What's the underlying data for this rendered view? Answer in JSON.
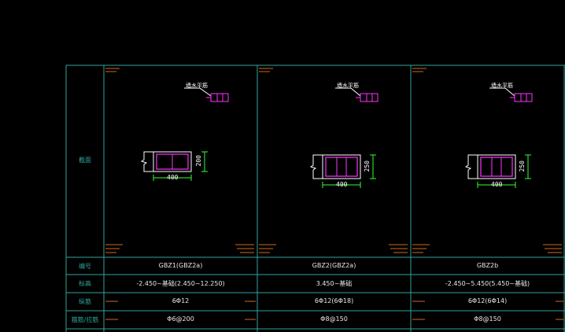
{
  "colors": {
    "background": "#000000",
    "grid_line": "#2fa59a",
    "rebar": "#ff33ff",
    "dimension": "#33ff33",
    "outline": "#ffffff",
    "label": "#2fa59a",
    "note": "#d2691e"
  },
  "table": {
    "header_label": "截面",
    "row_labels": [
      "编号",
      "标高",
      "纵筋",
      "箍筋/拉筋"
    ],
    "columns": [
      {
        "mark": "墙水平筋",
        "width_dim": "400",
        "height_dim": "200",
        "id": "GBZ1(GBZ2a)",
        "elevation": "-2.450~基础(2.450~12.250)",
        "long_bars": "6Φ12",
        "stirrups": "Φ6@200"
      },
      {
        "mark": "墙水平筋",
        "width_dim": "400",
        "height_dim": "250",
        "id": "GBZ2(GBZ2a)",
        "elevation": "3.450~基础",
        "long_bars": "6Φ12(6Φ18)",
        "stirrups": "Φ8@150"
      },
      {
        "mark": "墙水平筋",
        "width_dim": "400",
        "height_dim": "250",
        "id": "GBZ2b",
        "elevation": "-2.450~5.450(5.450~基础)",
        "long_bars": "6Φ12(6Φ14)",
        "stirrups": "Φ8@150"
      }
    ]
  }
}
